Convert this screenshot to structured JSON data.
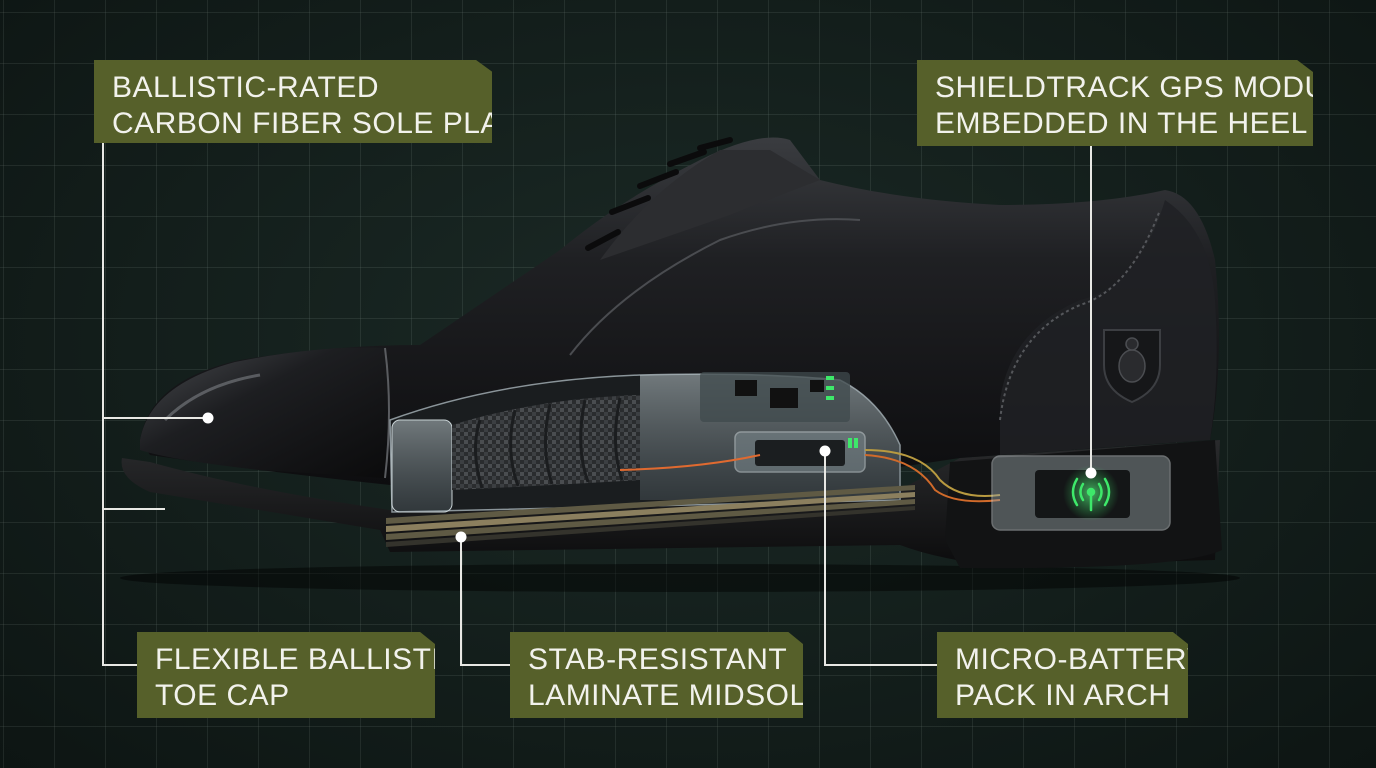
{
  "callouts": {
    "sole_plate": {
      "line1": "BALLISTIC-RATED",
      "line2": "CARBON FIBER SOLE PLATE"
    },
    "gps": {
      "line1": "SHIELDTRACK GPS MODULE",
      "line2": "EMBEDDED IN THE HEEL"
    },
    "toe_cap": {
      "line1": "FLEXIBLE BALLISTIC",
      "line2": "TOE CAP"
    },
    "midsole": {
      "line1": "STAB-RESISTANT",
      "line2": "LAMINATE MIDSOLE"
    },
    "battery": {
      "line1": "MICRO-BATTERY",
      "line2": "PACK IN ARCH"
    }
  },
  "colors": {
    "background": "#14201d",
    "grid": "#8ca096",
    "callout_fill": "#56602a",
    "callout_text": "#f2f2ec",
    "leader_line": "#e8e8e4",
    "leather": "#1b1c1e",
    "gps_signal": "#3ee86a"
  },
  "icons": {
    "heel_logo": "turtle-shield-icon",
    "gps_signal": "wireless-signal-icon"
  }
}
